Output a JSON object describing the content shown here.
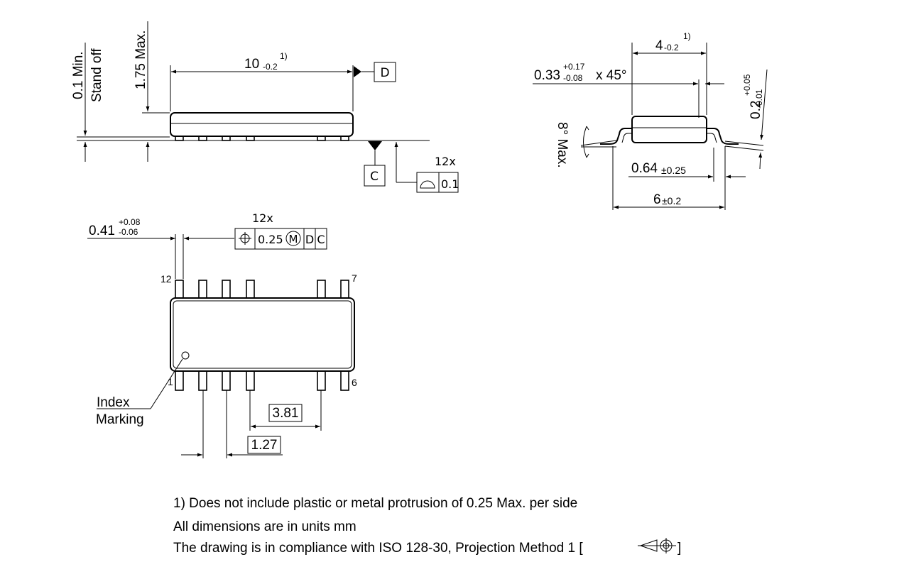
{
  "side_view": {
    "dim_length": "10",
    "dim_length_tol": "-0.2",
    "footnote_ref": "1)",
    "datum_d": "D",
    "datum_c": "C",
    "height_max": "1.75 Max.",
    "standoff_min": "0.1 Min.",
    "standoff_label": "Stand off",
    "coplanarity_count": "12x",
    "coplanarity_value": "0.1"
  },
  "end_view": {
    "dim_width": "4",
    "dim_width_tol": "-0.2",
    "footnote_ref": "1)",
    "chamfer": "0.33",
    "chamfer_tol_plus": "+0.17",
    "chamfer_tol_minus": "-0.08",
    "chamfer_angle": "x 45°",
    "lead_thickness": "0.2",
    "lead_thickness_tol_plus": "+0.05",
    "lead_thickness_tol_minus": "-0.01",
    "angle_max": "8° Max.",
    "foot_length": "0.64",
    "foot_length_tol": "±0.25",
    "overall_width": "6",
    "overall_width_tol": "±0.2"
  },
  "top_view": {
    "lead_width": "0.41",
    "lead_width_tol_plus": "+0.08",
    "lead_width_tol_minus": "-0.06",
    "position_count": "12x",
    "position_value": "0.25",
    "position_modifier": "M",
    "datum_1": "D",
    "datum_2": "C",
    "pin_12": "12",
    "pin_7": "7",
    "pin_1": "1",
    "pin_6": "6",
    "index_line1": "Index",
    "index_line2": "Marking",
    "gap_dim": "3.81",
    "pitch_dim": "1.27"
  },
  "notes": {
    "note1": "1) Does not include plastic or metal protrusion of 0.25 Max. per side",
    "note2": "All dimensions are in units mm",
    "note3": "The drawing is in compliance with ISO 128-30, Projection Method 1 [",
    "note3_end": "]"
  }
}
